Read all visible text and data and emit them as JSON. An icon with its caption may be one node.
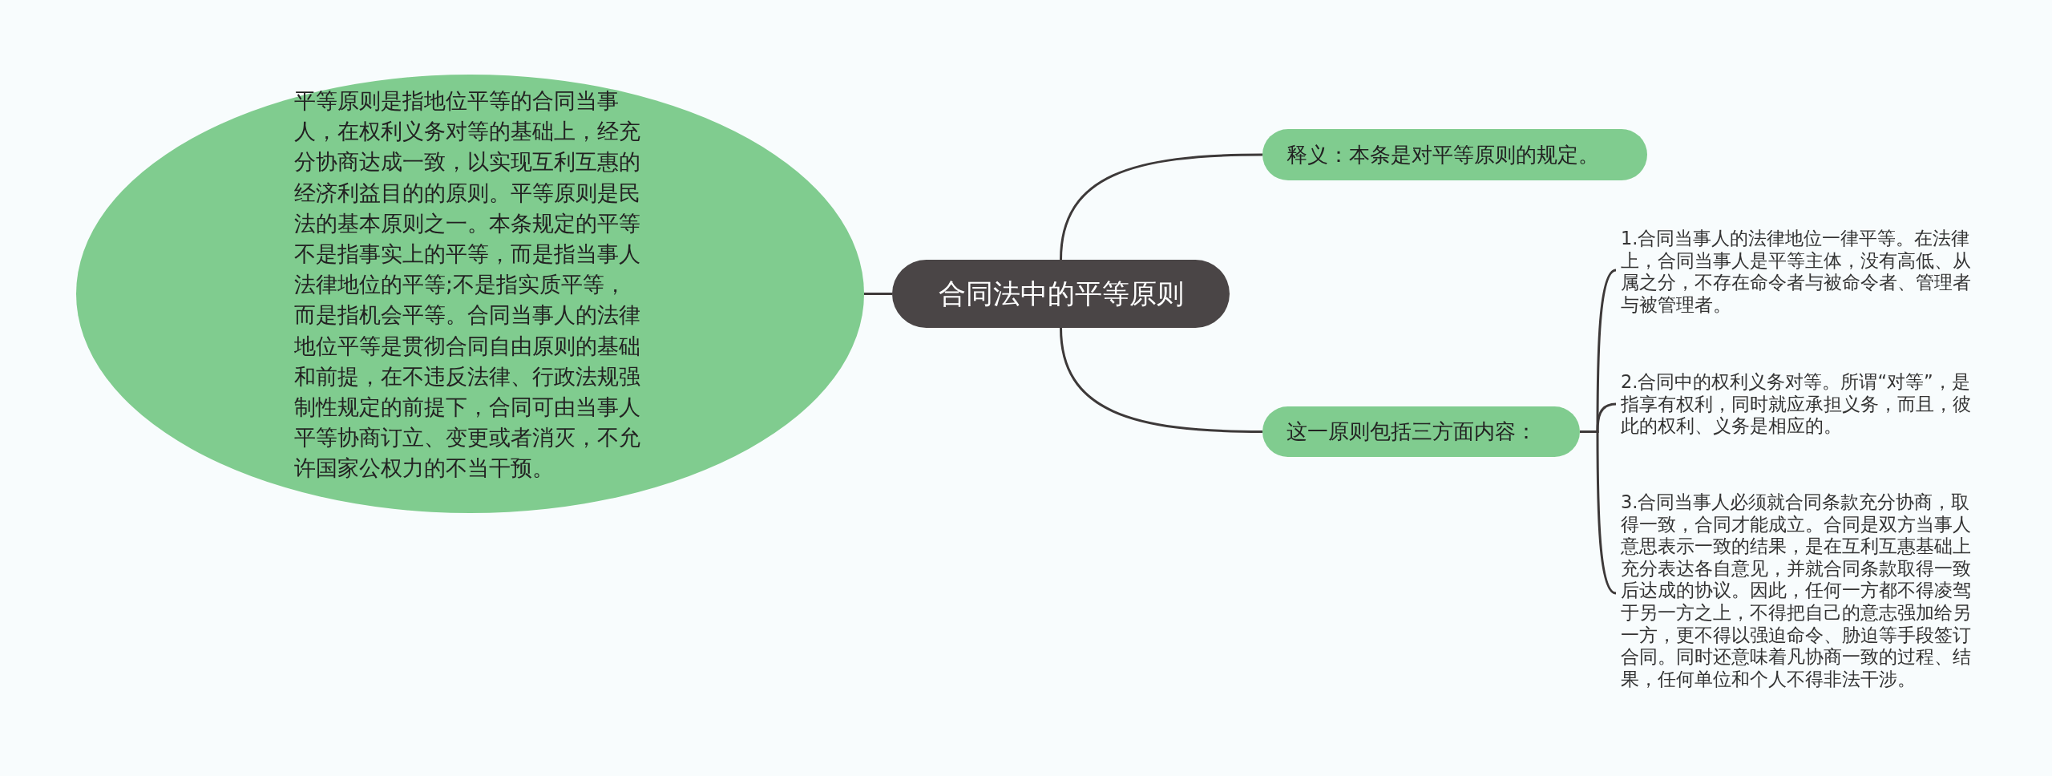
{
  "diagram": {
    "nodes": [
      {
        "text": [
          "合同法中的平等原则"
        ]
      },
      {
        "text": [
          "平等原则是指地位平等的合同当事人，在权利义务对等的基础上，经充分协商达成一致，以实现互利互惠的经济利益目的的原则。平等原则是民法的基本原则之一。本条规定的平等不是指事实上的平等，而是指当事人法律地位的平等;不是指实质平等，而是指机会平等。合同当事人的法律地位平等是贯彻合同自由原则的基础和前提，在不违反法律、行政法规强制性规定的前提下，合同可由当事人平等协商订立、变更或者消灭，不允许国家公权力的不当干预。"
        ]
      },
      {
        "text": [
          "释义：本条是对平等原则的规定。"
        ]
      },
      {
        "text": [
          "这一原则包括三方面内容："
        ]
      },
      {
        "text": [
          "1.合同当事人的法律地位一律平等。在法律上，合同当事人是平等主体，没有高低、从属之分，不存在命令者与被命令者、管理者与被管理者。"
        ]
      },
      {
        "text": [
          "2.合同中的权利义务对等。所谓“对等”，是指享有权利，同时就应承担义务，而且，彼此的权利、义务是相应的。"
        ]
      },
      {
        "text": [
          "3.合同当事人必须就合同条款充分协商，取得一致，合同才能成立。合同是双方当事人意思表示一致的结果，是在互利互惠基础上充分表达各自意见，并就合同条款取得一致后达成的协议。因此，任何一方都不得凌驾于另一方之上，不得把自己的意志强加给另一方，更不得以强迫命令、胁迫等手段签订合同。同时还意味着凡协商一致的过程、结果，任何单位和个人不得非法干涉。"
        ]
      }
    ],
    "edges": [
      {
        "from": 0,
        "to": 1,
        "arrow": "none"
      },
      {
        "from": 0,
        "to": 2,
        "arrow": "none"
      },
      {
        "from": 0,
        "to": 3,
        "arrow": "none"
      },
      {
        "from": 3,
        "to": 4,
        "arrow": "none"
      },
      {
        "from": 3,
        "to": 5,
        "arrow": "none"
      },
      {
        "from": 3,
        "to": 6,
        "arrow": "none"
      }
    ]
  }
}
